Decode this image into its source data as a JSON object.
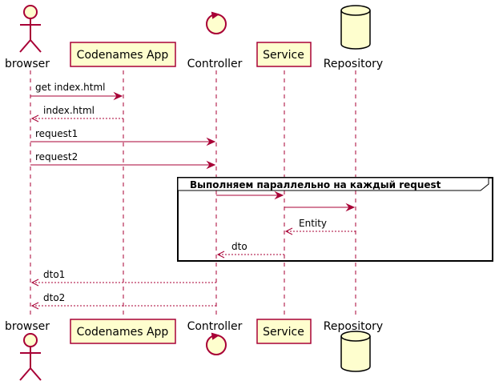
{
  "participants": [
    {
      "id": "browser",
      "label": "browser",
      "kind": "actor"
    },
    {
      "id": "app",
      "label": "Codenames App",
      "kind": "participant"
    },
    {
      "id": "controller",
      "label": "Controller",
      "kind": "control"
    },
    {
      "id": "service",
      "label": "Service",
      "kind": "participant"
    },
    {
      "id": "repository",
      "label": "Repository",
      "kind": "database"
    }
  ],
  "messages": [
    {
      "from": "browser",
      "to": "app",
      "label": "get index.html",
      "style": "solid"
    },
    {
      "from": "app",
      "to": "browser",
      "label": "index.html",
      "style": "dashed"
    },
    {
      "from": "browser",
      "to": "controller",
      "label": "request1",
      "style": "solid"
    },
    {
      "from": "browser",
      "to": "controller",
      "label": "request2",
      "style": "solid"
    },
    {
      "from": "controller",
      "to": "service",
      "label": "",
      "style": "solid"
    },
    {
      "from": "service",
      "to": "repository",
      "label": "",
      "style": "solid"
    },
    {
      "from": "repository",
      "to": "service",
      "label": "Entity",
      "style": "dashed"
    },
    {
      "from": "service",
      "to": "controller",
      "label": "dto",
      "style": "dashed"
    },
    {
      "from": "controller",
      "to": "browser",
      "label": "dto1",
      "style": "dashed"
    },
    {
      "from": "controller",
      "to": "browser",
      "label": "dto2",
      "style": "dashed"
    }
  ],
  "group": {
    "label": "Выполняем параллельно на каждый request"
  },
  "colors": {
    "line": "#a80036",
    "fill": "#fefece",
    "border": "#000000"
  }
}
